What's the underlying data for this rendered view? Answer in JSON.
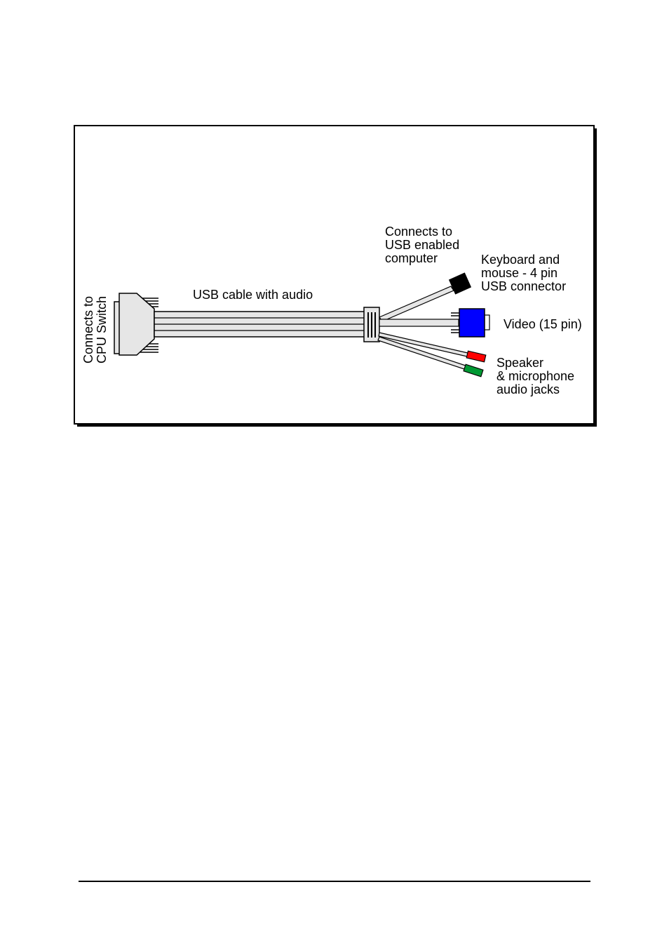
{
  "diagram": {
    "labels": {
      "cpu_switch": [
        "Connects to",
        "CPU Switch"
      ],
      "cable": "USB cable with audio",
      "computer": [
        "Connects to",
        "USB enabled",
        "computer"
      ],
      "usb": [
        "Keyboard and",
        "mouse - 4 pin",
        "USB connector"
      ],
      "video": "Video (15 pin)",
      "audio": [
        "Speaker",
        "& microphone",
        "audio jacks"
      ]
    },
    "colors": {
      "usb_connector": "#000000",
      "video_connector": "#0000ff",
      "speaker_jack": "#ff0000",
      "microphone_jack": "#009933",
      "cable": "#e6e6e6",
      "db_connector": "#e6e6e6"
    }
  }
}
